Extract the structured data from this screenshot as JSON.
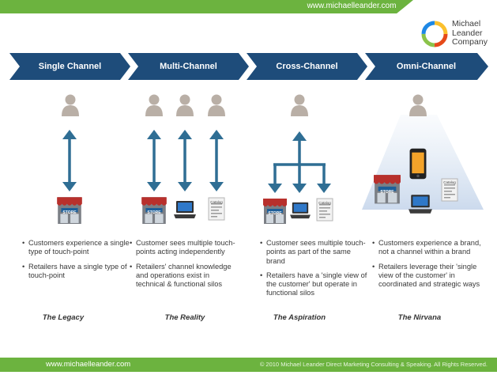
{
  "header": {
    "url": "www.michaelleander.com"
  },
  "logo": {
    "line1": "Michael",
    "line2": "Leander",
    "line3": "Company"
  },
  "channels": [
    {
      "title": "Single Channel",
      "bullets": [
        "Customers experience a single type of touch-point",
        "Retailers have a single type of touch-point"
      ],
      "caption": "The Legacy"
    },
    {
      "title": "Multi-Channel",
      "bullets": [
        "Customer sees multiple touch-points acting independently",
        "Retailers' channel knowledge and operations exist in technical & functional silos"
      ],
      "caption": "The Reality"
    },
    {
      "title": "Cross-Channel",
      "bullets": [
        "Customer sees multiple touch-points as part of the same brand",
        "Retailers have a 'single view of the customer' but  operate in functional silos"
      ],
      "caption": "The Aspiration"
    },
    {
      "title": "Omni-Channel",
      "bullets": [
        "Customers experience a brand, not a channel within a brand",
        "Retailers leverage their 'single view of the customer' in coordinated and strategic ways"
      ],
      "caption": "The Nirvana"
    }
  ],
  "icons": {
    "store": "STORE",
    "catalog": "Catalog"
  },
  "footer": {
    "url": "www.michaelleander.com",
    "copyright": "© 2010 Michael Leander Direct Marketing Consulting & Speaking. All Rights Reserved."
  },
  "colors": {
    "navy": "#1e4c7a",
    "green": "#6cb33f",
    "arrow": "#2f6e94",
    "store_red": "#b8302c"
  }
}
